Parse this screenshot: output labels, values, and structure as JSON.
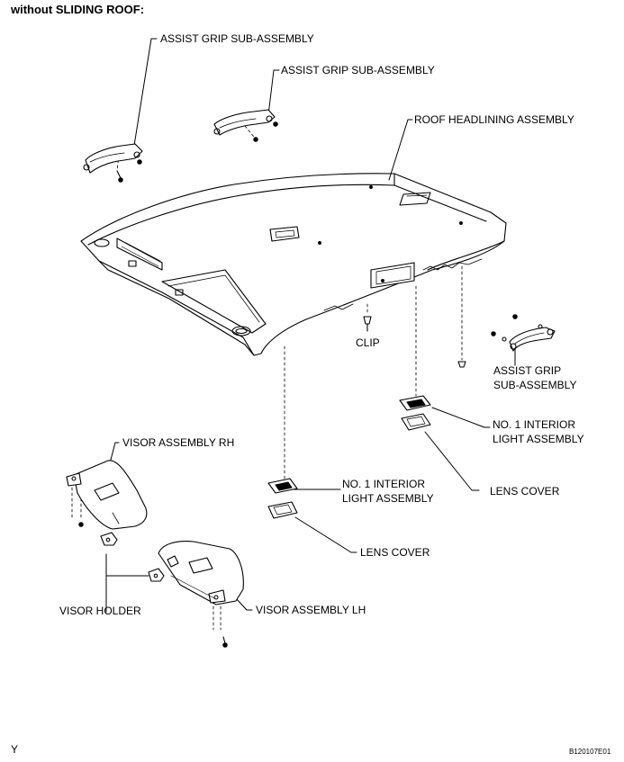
{
  "header": {
    "title": "without SLIDING ROOF:"
  },
  "labels": {
    "assist_grip_1": "ASSIST GRIP SUB-ASSEMBLY",
    "assist_grip_2": "ASSIST GRIP SUB-ASSEMBLY",
    "roof_headlining": "ROOF HEADLINING ASSEMBLY",
    "clip": "CLIP",
    "assist_grip_3_line1": "ASSIST GRIP",
    "assist_grip_3_line2": "SUB-ASSEMBLY",
    "interior_light_rear_line1": "NO. 1 INTERIOR",
    "interior_light_rear_line2": "LIGHT ASSEMBLY",
    "lens_cover_rear": "LENS COVER",
    "visor_rh": "VISOR ASSEMBLY RH",
    "interior_light_front_line1": "NO. 1 INTERIOR",
    "interior_light_front_line2": "LIGHT ASSEMBLY",
    "lens_cover_front": "LENS COVER",
    "visor_holder": "VISOR HOLDER",
    "visor_lh": "VISOR ASSEMBLY LH"
  },
  "footer": {
    "left_mark": "Y",
    "figure_code": "B120107E01"
  }
}
